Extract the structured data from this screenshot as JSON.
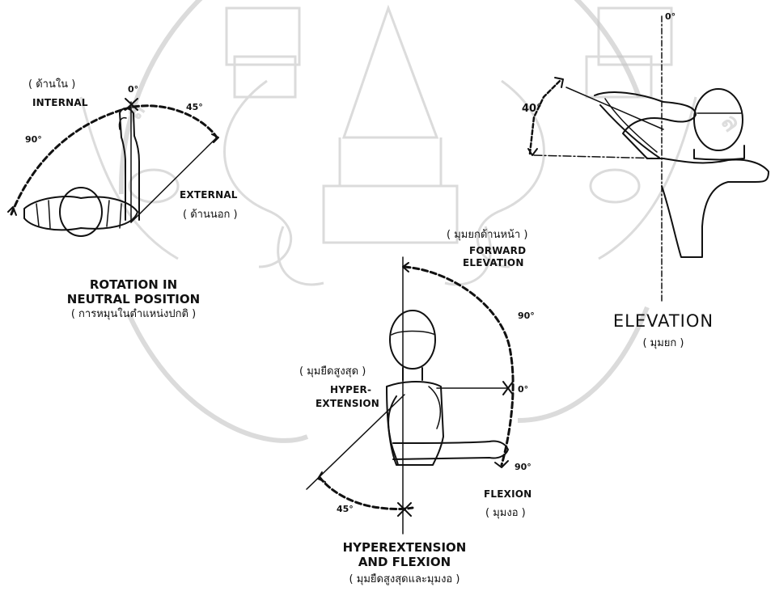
{
  "watermark": {
    "description_icon": "university-seal-watermark"
  },
  "rotation": {
    "internal_thai": "( ด้านใน )",
    "internal_label": "INTERNAL",
    "deg_0": "0°",
    "deg_45": "45°",
    "deg_90": "90°",
    "external_label": "EXTERNAL",
    "external_thai": "( ด้านนอก )",
    "title_line1": "ROTATION IN",
    "title_line2": "NEUTRAL POSITION",
    "title_thai": "( การหมุนในตำแหน่งปกติ )"
  },
  "elevation": {
    "deg_0": "0°",
    "deg_40": "40°",
    "title": "ELEVATION",
    "title_thai": "( มุมยก )"
  },
  "flexion": {
    "forward_thai": "( มุมยกด้านหน้า )",
    "forward_line1": "FORWARD",
    "forward_line2": "ELEVATION",
    "deg_90_top": "90°",
    "deg_0": "0°",
    "deg_90_bottom": "90°",
    "deg_45": "45°",
    "hyper_thai": "( มุมยืดสูงสุด )",
    "hyper_line1": "HYPER-",
    "hyper_line2": "EXTENSION",
    "flexion_label": "FLEXION",
    "flexion_thai": "( มุมงอ )",
    "title_line1": "HYPEREXTENSION",
    "title_line2": "AND FLEXION",
    "title_thai": "( มุมยืดสูงสุดและมุมงอ )"
  }
}
